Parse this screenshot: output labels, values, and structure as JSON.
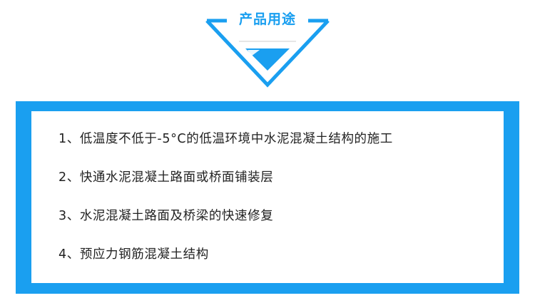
{
  "header": {
    "title": "产品用途"
  },
  "colors": {
    "accent": "#1a9ff0",
    "text": "#222222",
    "background": "#ffffff"
  },
  "uses": [
    "1、低温度不低于-5°C的低温环境中水泥混凝土结构的施工",
    "2、快通水泥混凝土路面或桥面铺装层",
    "3、水泥混凝土路面及桥梁的快速修复",
    "4、预应力钢筋混凝土结构"
  ]
}
